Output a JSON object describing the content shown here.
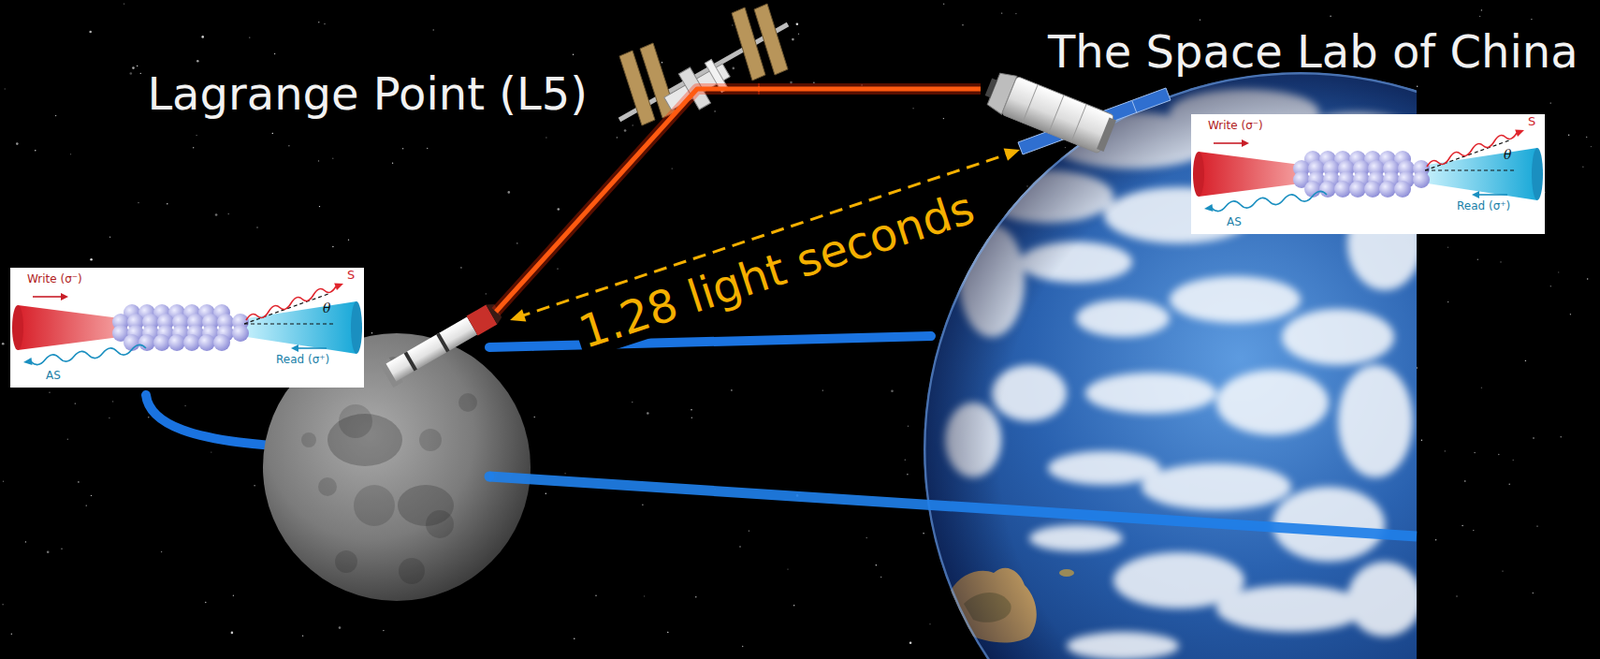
{
  "diagram": {
    "nodes": [
      {
        "text": [
          "Lagrange Point (L5)"
        ]
      },
      {
        "text": [
          "The Space Lab of China"
        ]
      },
      {
        "text": [
          "Write (σ⁻)",
          "S",
          "θ",
          "Read (σ⁺)",
          "AS"
        ]
      },
      {
        "text": [
          "Write (σ⁻)",
          "S",
          "θ",
          "Read (σ⁺)",
          "AS"
        ]
      }
    ],
    "edges": [
      {
        "from": 0,
        "to": 1,
        "arrow": "none"
      }
    ],
    "labels": [
      "1.28 light seconds"
    ]
  }
}
